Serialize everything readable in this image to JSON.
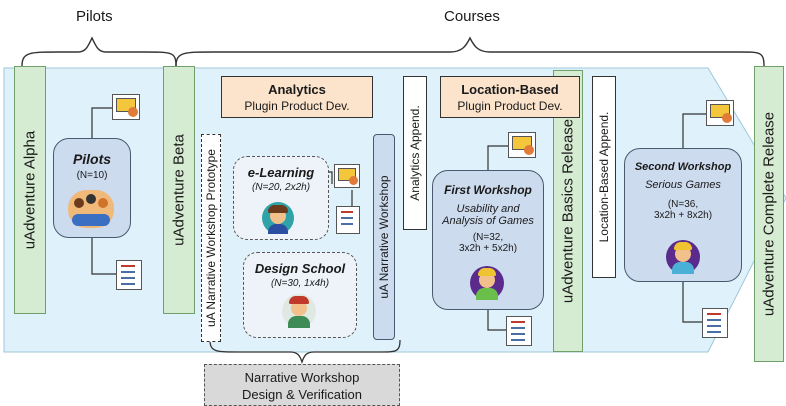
{
  "braces": {
    "pilots": "Pilots",
    "courses": "Courses"
  },
  "bars": {
    "alpha": "uAdventure Alpha",
    "beta": "uAdventure Beta",
    "prototype": "uA Narrative Workshop Prototype",
    "narrative_workshop": "uA Narrative Workshop",
    "analytics_append": "Analytics Append.",
    "basics_release": "uAdventure Basics Release",
    "location_append": "Location-Based Append.",
    "complete_release": "uAdventure Complete Release"
  },
  "pilots_panel": {
    "title": "Pilots",
    "n": "(N=10)"
  },
  "analytics_box": {
    "title": "Analytics",
    "subtitle": "Plugin Product Dev."
  },
  "location_box": {
    "title": "Location-Based",
    "subtitle": "Plugin Product Dev."
  },
  "elearning": {
    "title": "e-Learning",
    "detail": "(N=20, 2x2h)"
  },
  "design_school": {
    "title": "Design School",
    "detail": "(N=30, 1x4h)"
  },
  "first_workshop": {
    "title": "First Workshop",
    "subtitle_1": "Usability and",
    "subtitle_2": "Analysis of Games",
    "n": "(N=32,",
    "hours": "3x2h + 5x2h)"
  },
  "second_workshop": {
    "title": "Second Workshop",
    "subtitle": "Serious Games",
    "n": "(N=36,",
    "hours": "3x2h + 8x2h)"
  },
  "bottom_box": {
    "line1": "Narrative Workshop",
    "line2": "Design & Verification"
  },
  "icons": [
    "person-at-computer-icon",
    "evaluation-form-icon",
    "group-avatar-icon",
    "student-avatar-icon"
  ],
  "colors": {
    "arrow": "#dff2fb",
    "green_bar": "#d6ecd2",
    "panel_blue": "#cddbee",
    "orange_box": "#fbe3cc",
    "grey_box": "#d9d9d9"
  }
}
